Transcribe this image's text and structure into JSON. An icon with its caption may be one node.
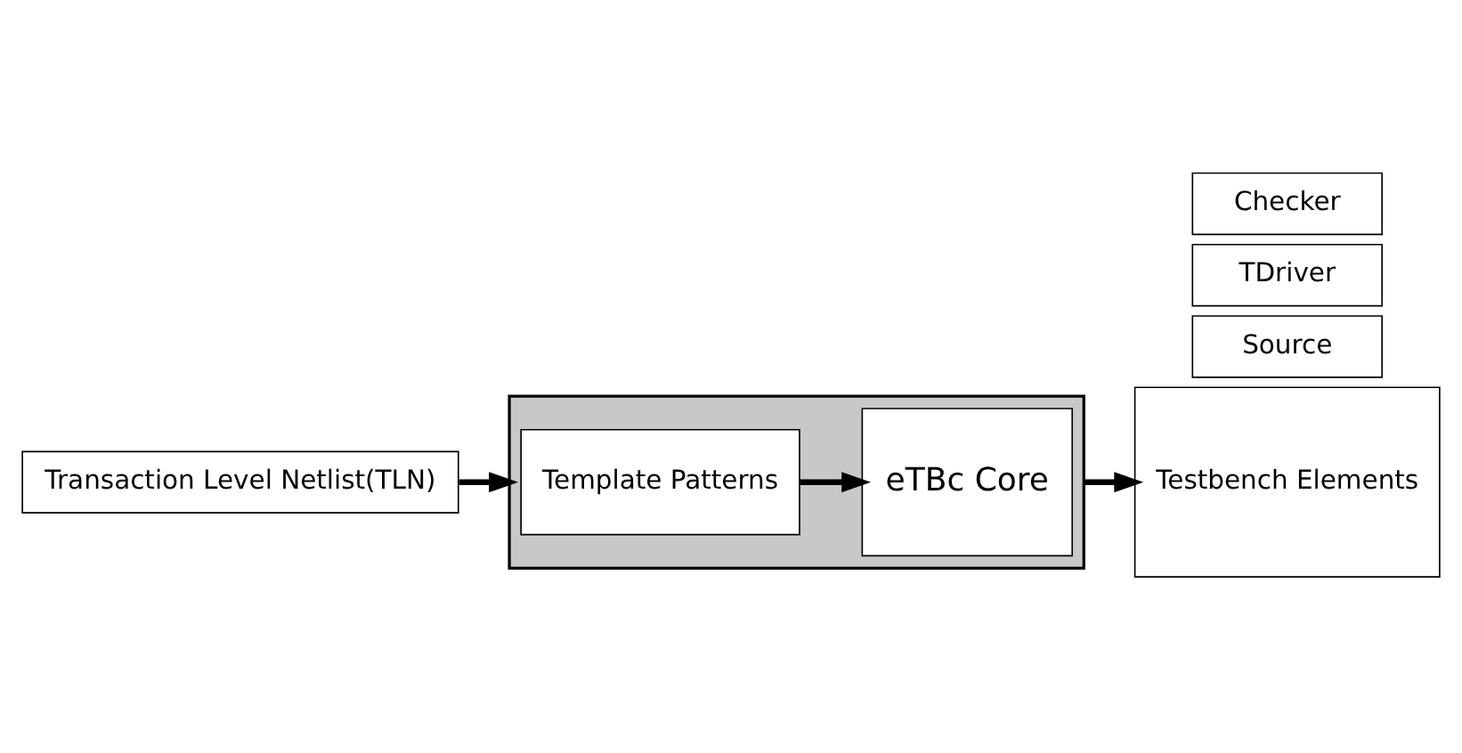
{
  "diagram": {
    "nodes": [
      {
        "text": [
          "Transaction Level Netlist(TLN)"
        ]
      },
      {
        "text": [],
        "shape": "box"
      },
      {
        "text": [
          "Template Patterns"
        ],
        "in": 1
      },
      {
        "text": [
          "eTBc Core"
        ],
        "in": 1
      },
      {
        "text": [
          "Checker"
        ]
      },
      {
        "text": [
          "TDriver"
        ]
      },
      {
        "text": [
          "Source"
        ]
      },
      {
        "text": [
          "Testbench Elements"
        ]
      }
    ],
    "edges": [
      {
        "from": 0,
        "to": 1,
        "arrow": "to"
      },
      {
        "from": 2,
        "to": 3,
        "arrow": "to"
      },
      {
        "from": 1,
        "to": 7,
        "arrow": "to"
      }
    ]
  }
}
